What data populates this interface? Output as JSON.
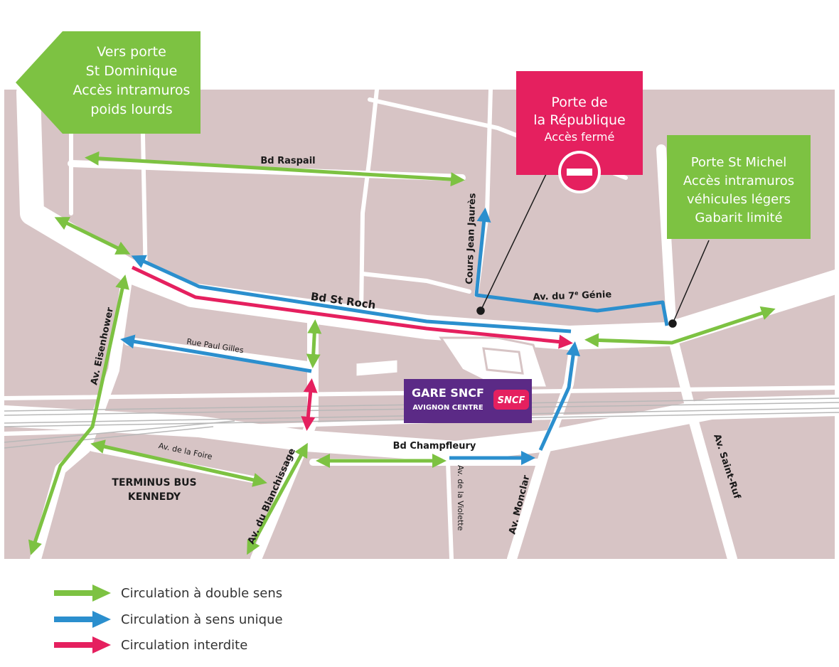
{
  "colors": {
    "background": "#ffffff",
    "map_block": "#d7c4c5",
    "road": "#ffffff",
    "green": "#7dc242",
    "blue": "#2b8fce",
    "magenta": "#e5205f",
    "purple": "#5b2a86",
    "text_dark": "#1a1a1a"
  },
  "callouts": {
    "st_dominique": {
      "lines": [
        "Vers porte",
        "St Dominique",
        "Accès intramuros",
        "poids lourds"
      ]
    },
    "republique": {
      "line1": "Porte de",
      "line2": "la République",
      "line3": "Accès fermé",
      "icon": "no-entry-icon"
    },
    "st_michel": {
      "lines": [
        "Porte St Michel",
        "Accès intramuros",
        "véhicules légers",
        "Gabarit limité"
      ]
    }
  },
  "station": {
    "title": "GARE SNCF",
    "subtitle": "AVIGNON CENTRE",
    "logo": "SNCF"
  },
  "streets": {
    "bd_raspail": "Bd Raspail",
    "cours_jean_jaures": "Cours Jean Jaurès",
    "bd_st_roch": "Bd St Roch",
    "av_7e_genie_prefix": "Av. du 7",
    "av_7e_genie_sup": "e",
    "av_7e_genie_suffix": " Génie",
    "rue_paul_gilles": "Rue Paul Gilles",
    "av_eisenhower": "Av. Eisenhower",
    "av_de_la_foire": "Av. de la Foire",
    "av_du_blanchissage": "Av. du Blanchissage",
    "bd_champfleury": "Bd Champfleury",
    "av_de_la_violette": "Av. de la Violette",
    "av_monclar": "Av. Monclar",
    "av_saint_ruf": "Av. Saint-Ruf"
  },
  "places": {
    "terminus_line1": "TERMINUS BUS",
    "terminus_line2": "KENNEDY"
  },
  "legend": [
    {
      "label": "Circulation à double sens",
      "color": "#7dc242"
    },
    {
      "label": "Circulation à sens unique",
      "color": "#2b8fce"
    },
    {
      "label": "Circulation interdite",
      "color": "#e5205f"
    }
  ]
}
